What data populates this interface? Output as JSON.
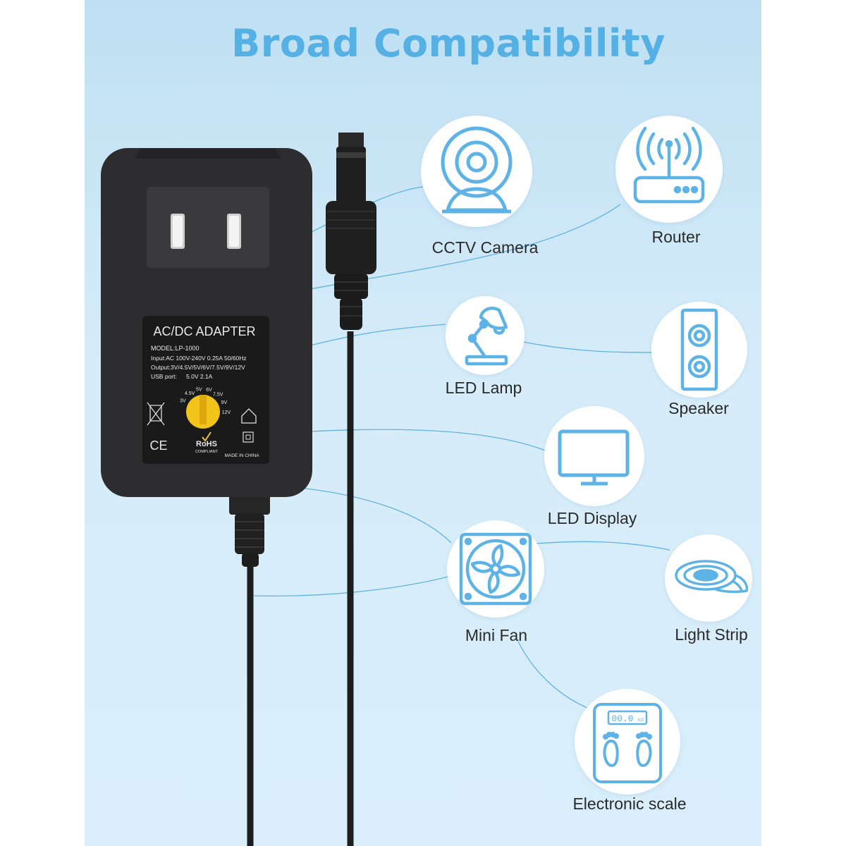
{
  "headline": "Broad Compatibility",
  "accent_color": "#55b0e4",
  "background_colors": [
    "#bfe0f3",
    "#d9eefa"
  ],
  "adapter": {
    "title": "AC/DC ADAPTER",
    "model": "MODEL:LP-1000",
    "input": "Input:AC 100V-240V 0.25A 50/60Hz",
    "output": "Output:3V/4.5V/5V/6V/7.5V/9V/12V",
    "usb_label": "USB port:",
    "usb_value": "5.0V 2.1A",
    "dial_labels": [
      "3V",
      "4.5V",
      "5V",
      "6V",
      "7.5V",
      "9V",
      "12V"
    ],
    "ce": "CE",
    "rohs": "RoHS",
    "rohs_sub": "COMPLIANT",
    "made_in": "MADE IN CHINA"
  },
  "devices": [
    {
      "label": "CCTV Camera",
      "icon": "cctv-camera-icon"
    },
    {
      "label": "Router",
      "icon": "router-icon"
    },
    {
      "label": "LED Lamp",
      "icon": "desk-lamp-icon"
    },
    {
      "label": "Speaker",
      "icon": "speaker-icon"
    },
    {
      "label": "LED Display",
      "icon": "monitor-icon"
    },
    {
      "label": "Mini Fan",
      "icon": "fan-icon"
    },
    {
      "label": "Light Strip",
      "icon": "light-strip-icon"
    },
    {
      "label": "Electronic scale",
      "icon": "scale-icon"
    }
  ],
  "scale_readout": "00.0",
  "scale_unit": "KG"
}
